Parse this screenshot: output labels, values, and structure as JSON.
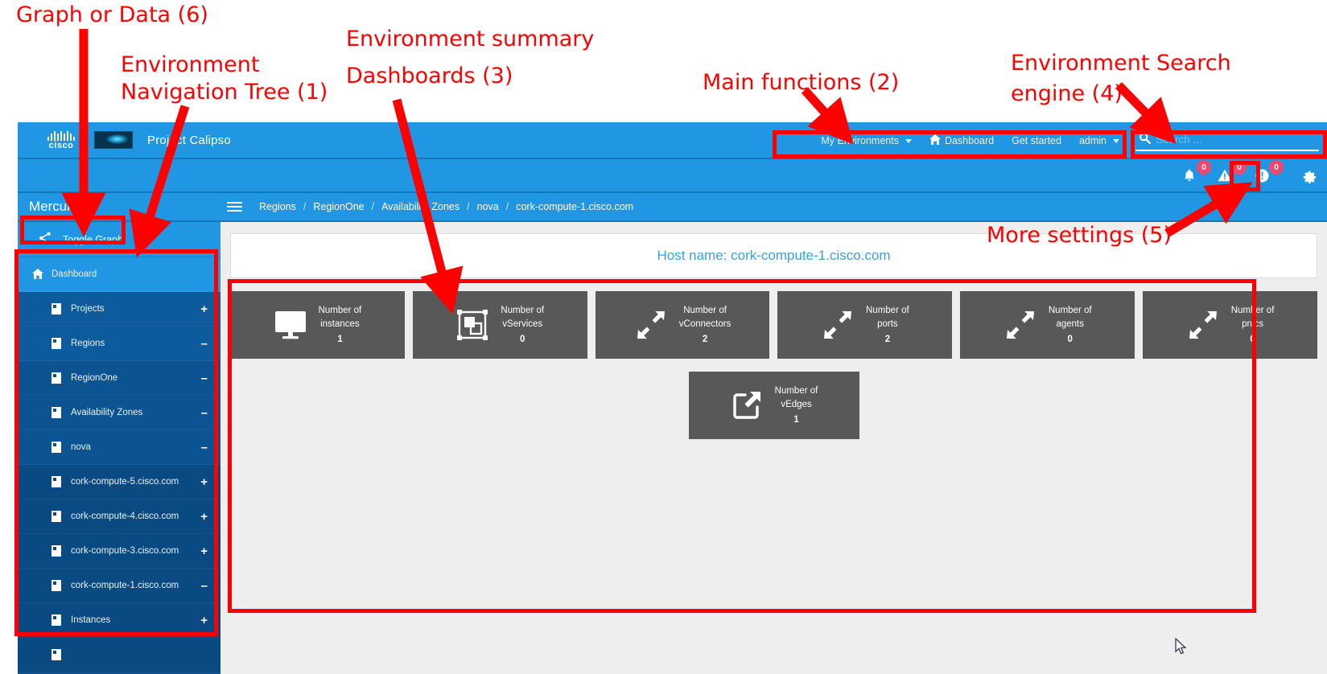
{
  "app": {
    "brand": {
      "logo": "cisco-logo",
      "title": "Project Calipso"
    },
    "workspace_title": "Mercury"
  },
  "topnav": {
    "items": [
      {
        "label": "My Environments",
        "icon": "caret-down-icon",
        "has_caret": true
      },
      {
        "label": "Dashboard",
        "icon": "home-icon",
        "has_caret": false
      },
      {
        "label": "Get started",
        "icon": "",
        "has_caret": false
      },
      {
        "label": "admin",
        "icon": "caret-down-icon",
        "has_caret": true
      }
    ]
  },
  "search": {
    "placeholder": "Search ...",
    "icon": "search-icon",
    "value": ""
  },
  "alerts": [
    {
      "name": "bell-icon",
      "count": "0"
    },
    {
      "name": "warning-triangle-icon",
      "count": "0"
    },
    {
      "name": "info-circle-icon",
      "count": "0"
    }
  ],
  "settings_icon": "gear-icon",
  "breadcrumb": {
    "separator": "/",
    "items": [
      "Regions",
      "RegionOne",
      "Availability Zones",
      "nova",
      "cork-compute-1.cisco.com"
    ]
  },
  "sidebar": {
    "toggle_graph": {
      "label": "Toggle Graph",
      "icon": "share-graph-icon"
    },
    "items": [
      {
        "label": "Dashboard",
        "level": "dashboard",
        "expander": "",
        "icon": "home-icon"
      },
      {
        "label": "Projects",
        "level": "l1",
        "expander": "+",
        "icon": "node-icon"
      },
      {
        "label": "Regions",
        "level": "l1",
        "expander": "–",
        "icon": "node-icon"
      },
      {
        "label": "RegionOne",
        "level": "l2",
        "expander": "–",
        "icon": "node-icon"
      },
      {
        "label": "Availability Zones",
        "level": "l2",
        "expander": "–",
        "icon": "node-icon"
      },
      {
        "label": "nova",
        "level": "l2",
        "expander": "–",
        "icon": "node-icon"
      },
      {
        "label": "cork-compute-5.cisco.com",
        "level": "l3",
        "expander": "+",
        "icon": "node-icon"
      },
      {
        "label": "cork-compute-4.cisco.com",
        "level": "l3",
        "expander": "+",
        "icon": "node-icon"
      },
      {
        "label": "cork-compute-3.cisco.com",
        "level": "l3",
        "expander": "+",
        "icon": "node-icon"
      },
      {
        "label": "cork-compute-1.cisco.com",
        "level": "l3",
        "expander": "–",
        "icon": "node-icon"
      },
      {
        "label": "Instances",
        "level": "l3",
        "expander": "+",
        "icon": "node-icon"
      }
    ]
  },
  "content": {
    "host_label": "Host name: cork-compute-1.cisco.com",
    "tiles_row1": [
      {
        "label_line1": "Number of",
        "label_line2": "instances",
        "value": "1",
        "icon": "monitor-icon"
      },
      {
        "label_line1": "Number of",
        "label_line2": "vServices",
        "value": "0",
        "icon": "vservice-icon"
      },
      {
        "label_line1": "Number of",
        "label_line2": "vConnectors",
        "value": "2",
        "icon": "collapse-arrows-icon"
      },
      {
        "label_line1": "Number of",
        "label_line2": "ports",
        "value": "2",
        "icon": "collapse-arrows-icon"
      },
      {
        "label_line1": "Number of",
        "label_line2": "agents",
        "value": "0",
        "icon": "collapse-arrows-icon"
      },
      {
        "label_line1": "Number of",
        "label_line2": "pnics",
        "value": "0",
        "icon": "collapse-arrows-icon"
      }
    ],
    "tiles_row2": [
      {
        "label_line1": "Number of",
        "label_line2": "vEdges",
        "value": "1",
        "icon": "external-link-icon"
      }
    ]
  },
  "annotations": [
    {
      "id": "a6",
      "text": "Graph or Data (6)"
    },
    {
      "id": "a1",
      "line1": "Environment",
      "line2": "Navigation Tree (1)"
    },
    {
      "id": "a3",
      "line1": "Environment summary",
      "line2": "Dashboards (3)"
    },
    {
      "id": "a2",
      "text": "Main functions (2)"
    },
    {
      "id": "a4",
      "line1": "Environment Search",
      "line2": "engine (4)"
    },
    {
      "id": "a5",
      "text": "More settings (5)"
    }
  ],
  "colors": {
    "brand_blue": "#2196e3",
    "sidebar_blue": "#0a4f8a",
    "tile_gray": "#585858",
    "annotation_red": "#ff0000",
    "badge_pink": "#f2486f",
    "host_text_blue": "#3aa0e0"
  }
}
